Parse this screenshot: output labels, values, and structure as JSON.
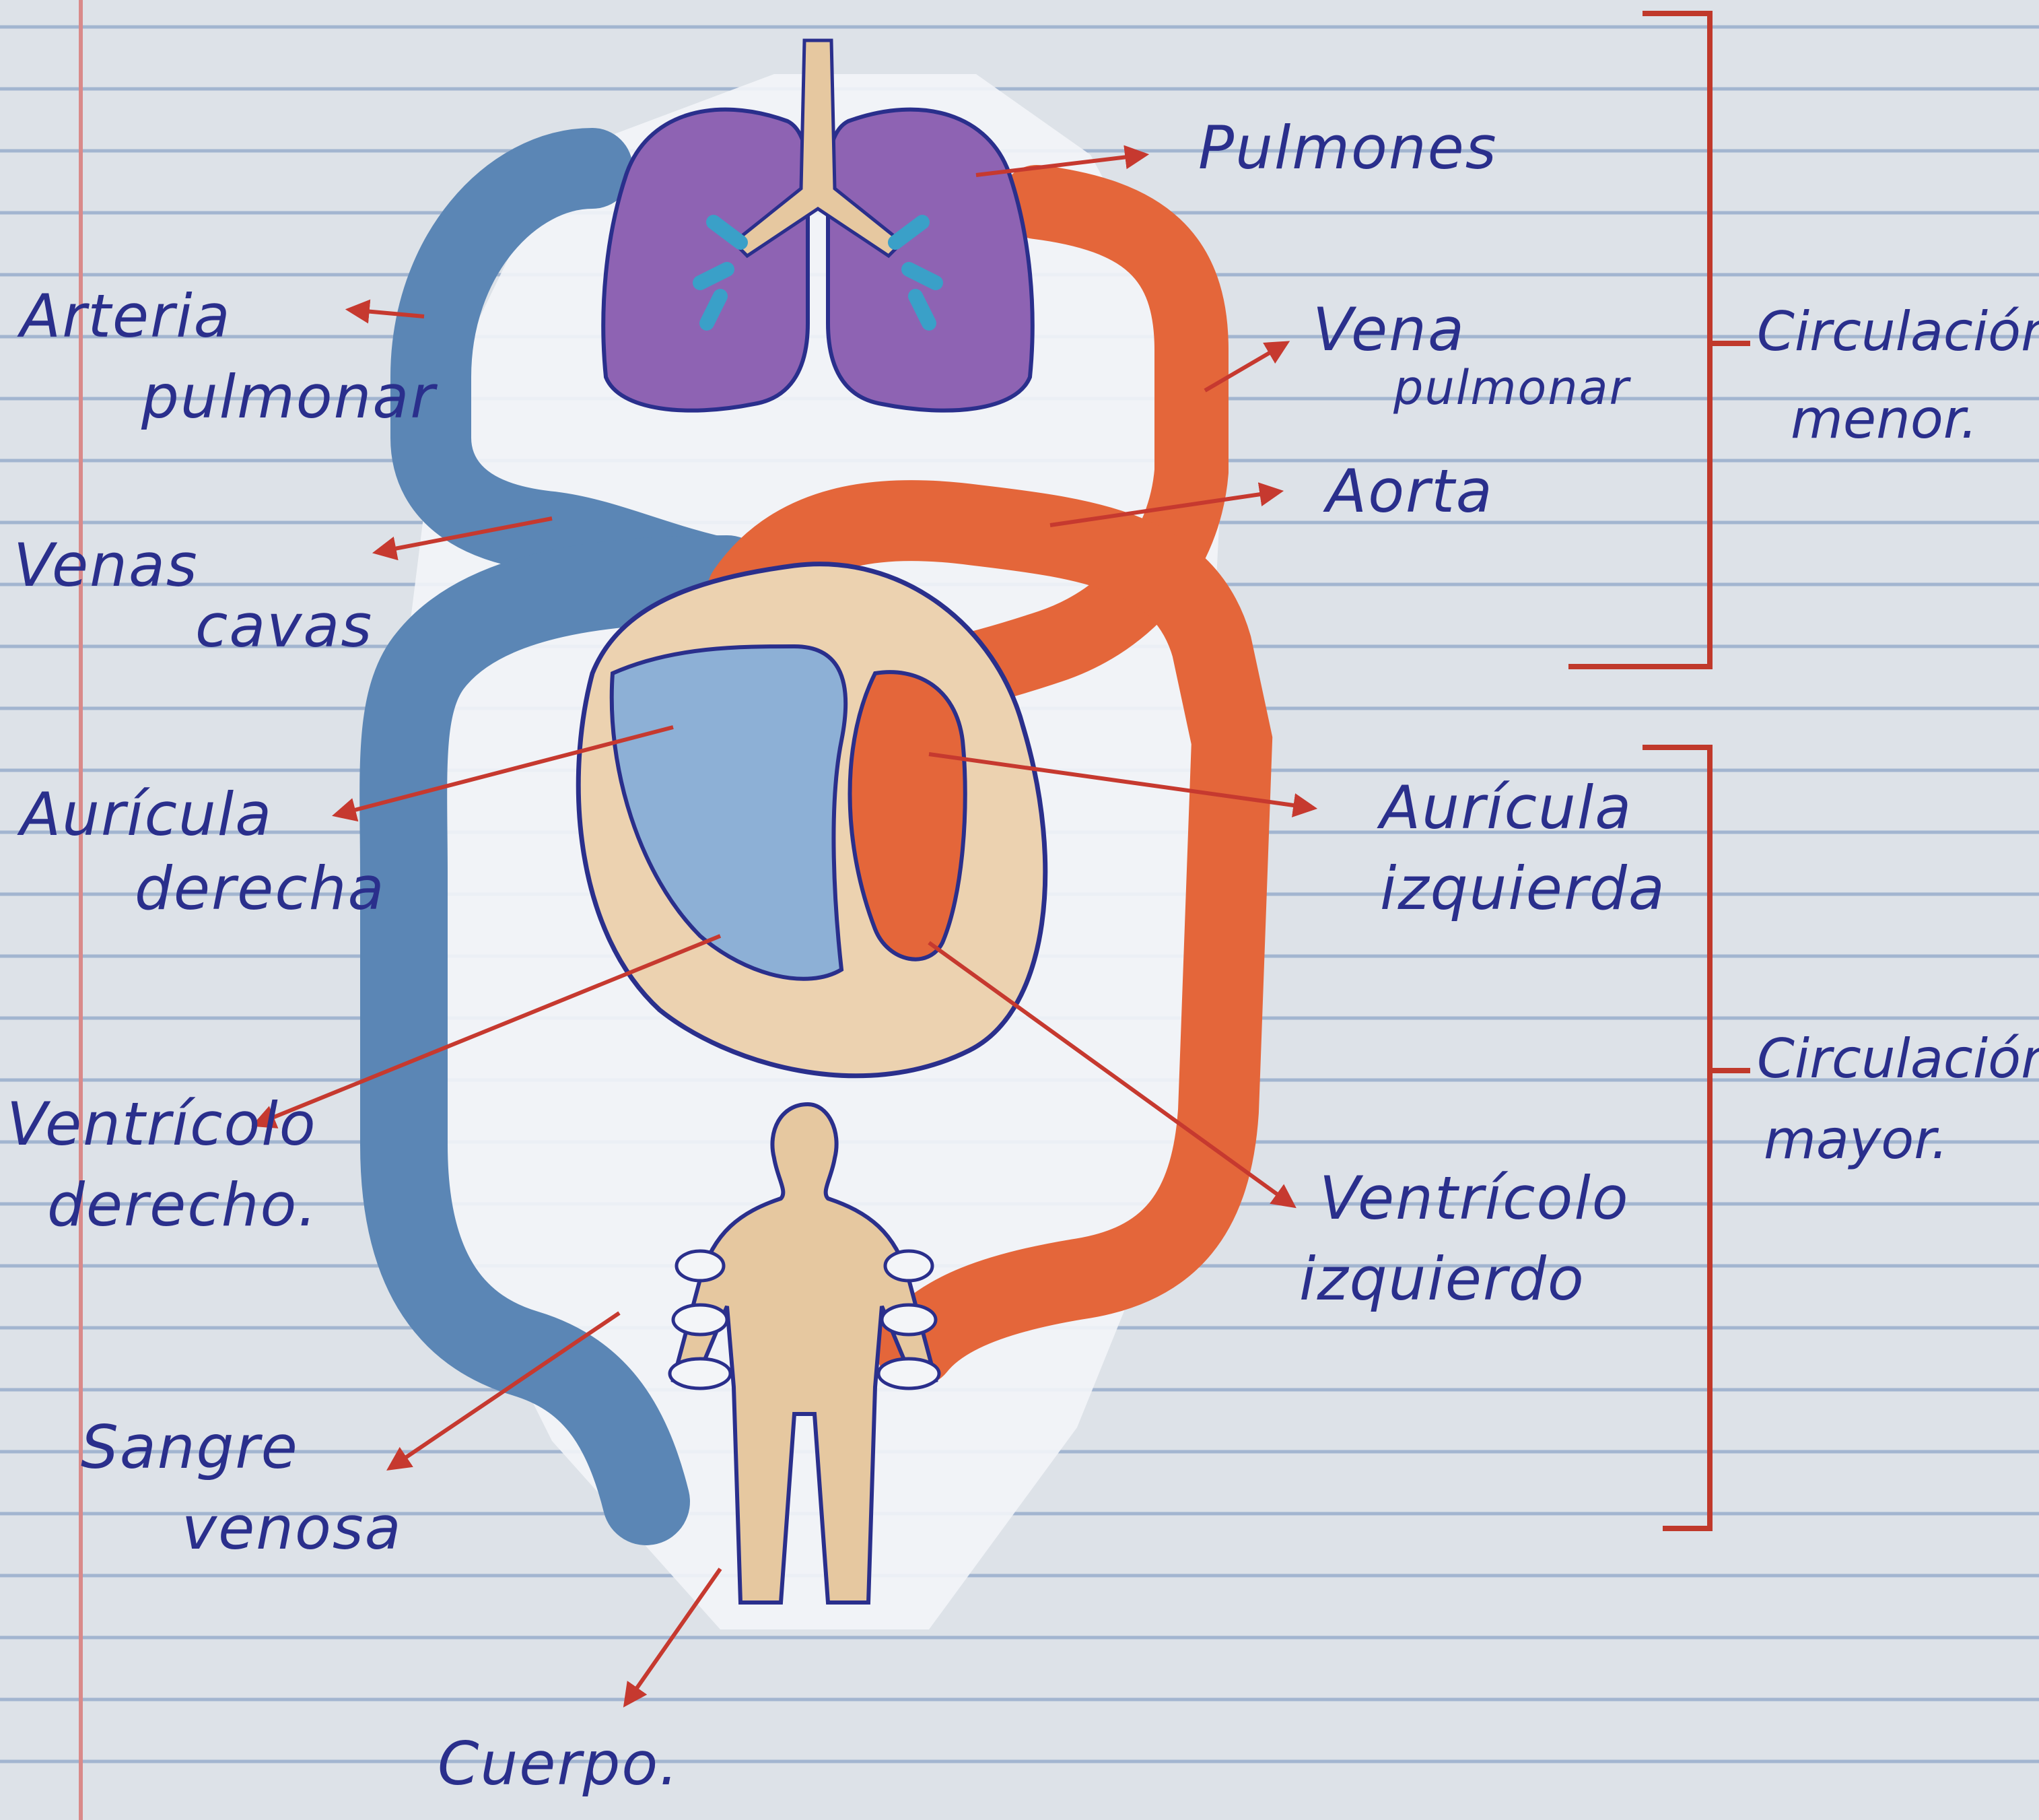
{
  "colors": {
    "paper": "#dfe3e8",
    "rule_line": "#8fa6c9",
    "margin_line": "#d98a8a",
    "ink": "#2a2f8c",
    "arrow_red": "#c6392f",
    "vein_blue": "#5b86b5",
    "artery_orange": "#e4663a",
    "lungs_purple": "#8e63b3",
    "skin_tan": "#e6c8a0",
    "bracket_red": "#c0392b"
  },
  "labels": {
    "pulmones": "Pulmones",
    "arteria_1": "Arteria",
    "arteria_2": "pulmonar",
    "vena_1": "Vena",
    "vena_2": "pulmonar",
    "aorta": "Aorta",
    "venas_1": "Venas",
    "venas_2": "cavas",
    "auricula_der_1": "Aurícula",
    "auricula_der_2": "derecha",
    "auricula_izq_1": "Aurícula",
    "auricula_izq_2": "izquierda",
    "ventriculo_der_1": "Ventrícolo",
    "ventriculo_der_2": "derecho.",
    "ventriculo_izq_1": "Ventrícolo",
    "ventriculo_izq_2": "izquierdo",
    "sangre_1": "Sangre",
    "sangre_2": "venosa",
    "cuerpo": "Cuerpo.",
    "circ_menor_1": "Circulación",
    "circ_menor_2": "menor.",
    "circ_mayor_1": "Circulación",
    "circ_mayor_2": "mayor."
  }
}
